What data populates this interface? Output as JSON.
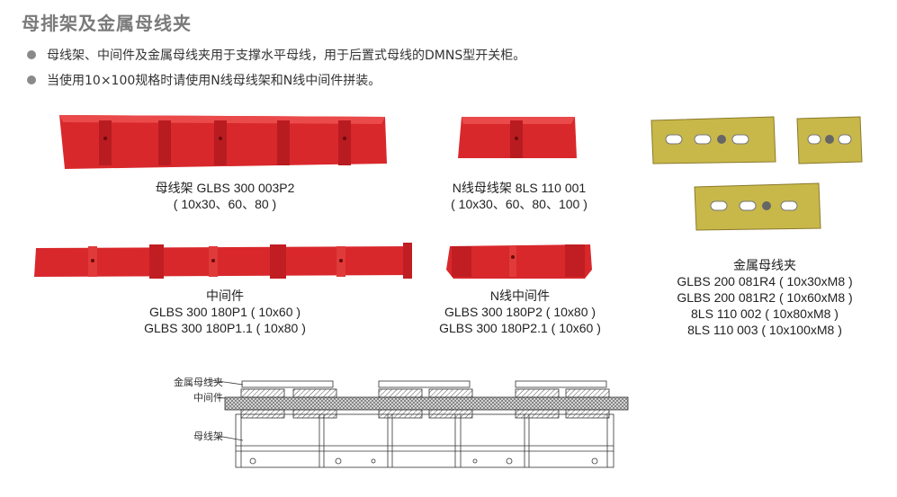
{
  "header": {
    "title": "母排架及金属母线夹"
  },
  "bullets": [
    "母线架、中间件及金属母线夹用于支撑水平母线，用于后置式母线的DMNS型开关柜。",
    "当使用10×100规格时请使用N线母线架和N线中间件拼装。"
  ],
  "products": [
    {
      "lines": [
        "母线架 GLBS 300 003P2",
        "( 10x30、60、80 )"
      ]
    },
    {
      "lines": [
        "N线母线架 8LS 110 001",
        "( 10x30、60、80、100 )"
      ]
    },
    {
      "lines": [
        "金属母线夹",
        "GLBS 200 081R4 ( 10x30xM8 )",
        "GLBS 200 081R2 ( 10x60xM8 )",
        "8LS 110 002 ( 10x80xM8 )",
        "8LS 110 003 ( 10x100xM8 )"
      ]
    },
    {
      "lines": [
        "中间件",
        "GLBS 300 180P1 ( 10x60 )",
        "GLBS 300 180P1.1 ( 10x80 )"
      ]
    },
    {
      "lines": [
        "N线中间件",
        "GLBS 300 180P2 ( 10x80 )",
        "GLBS 300 180P2.1 ( 10x60 )"
      ]
    }
  ],
  "diagram": {
    "labels": [
      "金属母线夹",
      "中间件",
      "母线架"
    ]
  },
  "colors": {
    "red": "#d8282c",
    "metal": "#c8b84a",
    "title": "#7a7a7a"
  }
}
